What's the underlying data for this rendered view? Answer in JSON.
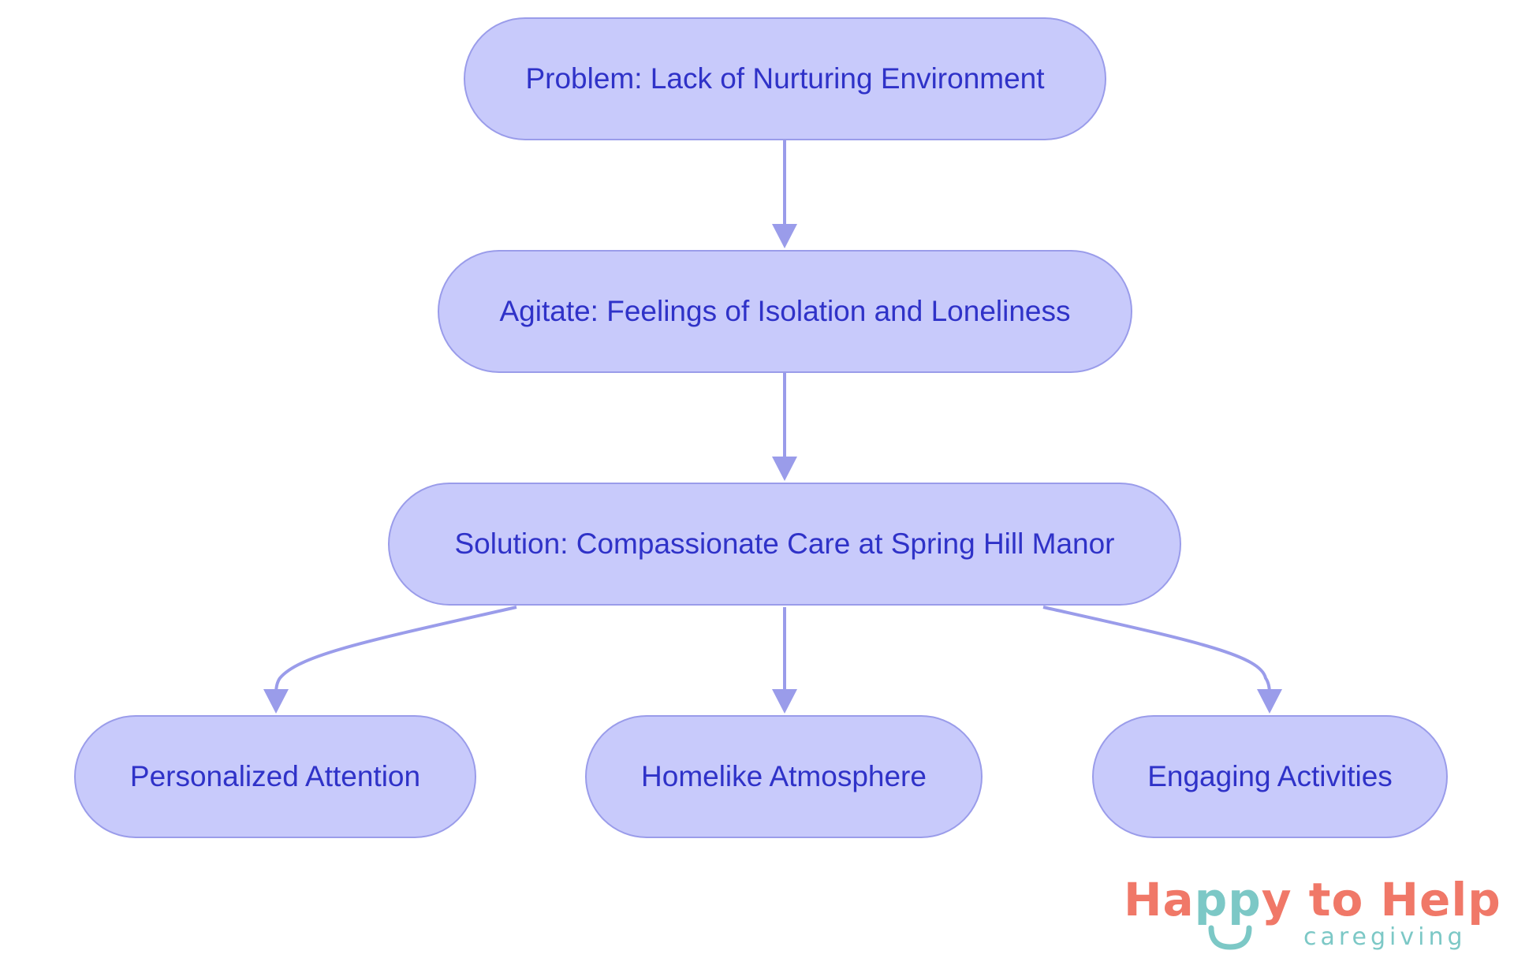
{
  "diagram": {
    "nodes": {
      "problem": "Problem: Lack of Nurturing Environment",
      "agitate": "Agitate: Feelings of Isolation and Loneliness",
      "solution": "Solution: Compassionate Care at Spring Hill Manor",
      "personalized": "Personalized Attention",
      "homelike": "Homelike Atmosphere",
      "engaging": "Engaging Activities"
    },
    "edges": [
      {
        "from": "problem",
        "to": "agitate"
      },
      {
        "from": "agitate",
        "to": "solution"
      },
      {
        "from": "solution",
        "to": "personalized"
      },
      {
        "from": "solution",
        "to": "homelike"
      },
      {
        "from": "solution",
        "to": "engaging"
      }
    ]
  },
  "logo": {
    "line1_start": "Ha",
    "line1_accent": "pp",
    "line1_end": "y to Help",
    "line2": "caregiving"
  },
  "colors": {
    "node_fill": "#c8cafb",
    "node_border": "#9a9cea",
    "node_text": "#2f32c8",
    "edge": "#9a9cea",
    "logo_primary": "#f07868",
    "logo_accent": "#7cc8c6"
  }
}
